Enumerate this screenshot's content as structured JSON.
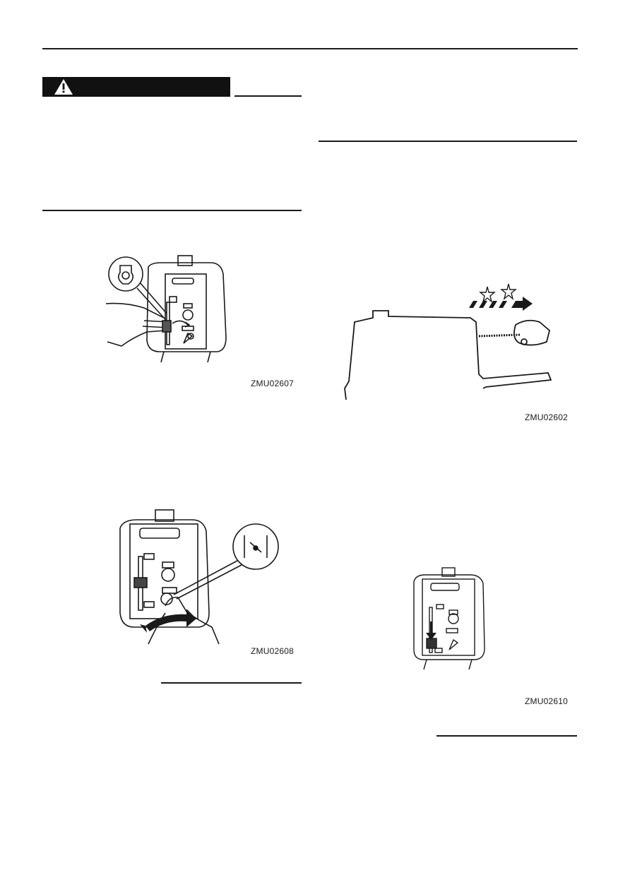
{
  "figures": [
    {
      "id": "fig1",
      "code": "ZMU02607"
    },
    {
      "id": "fig2",
      "code": "ZMU02602"
    },
    {
      "id": "fig3",
      "code": "ZMU02608"
    },
    {
      "id": "fig4",
      "code": "ZMU02610"
    }
  ],
  "icons": {
    "warning": "warning-triangle-icon"
  }
}
